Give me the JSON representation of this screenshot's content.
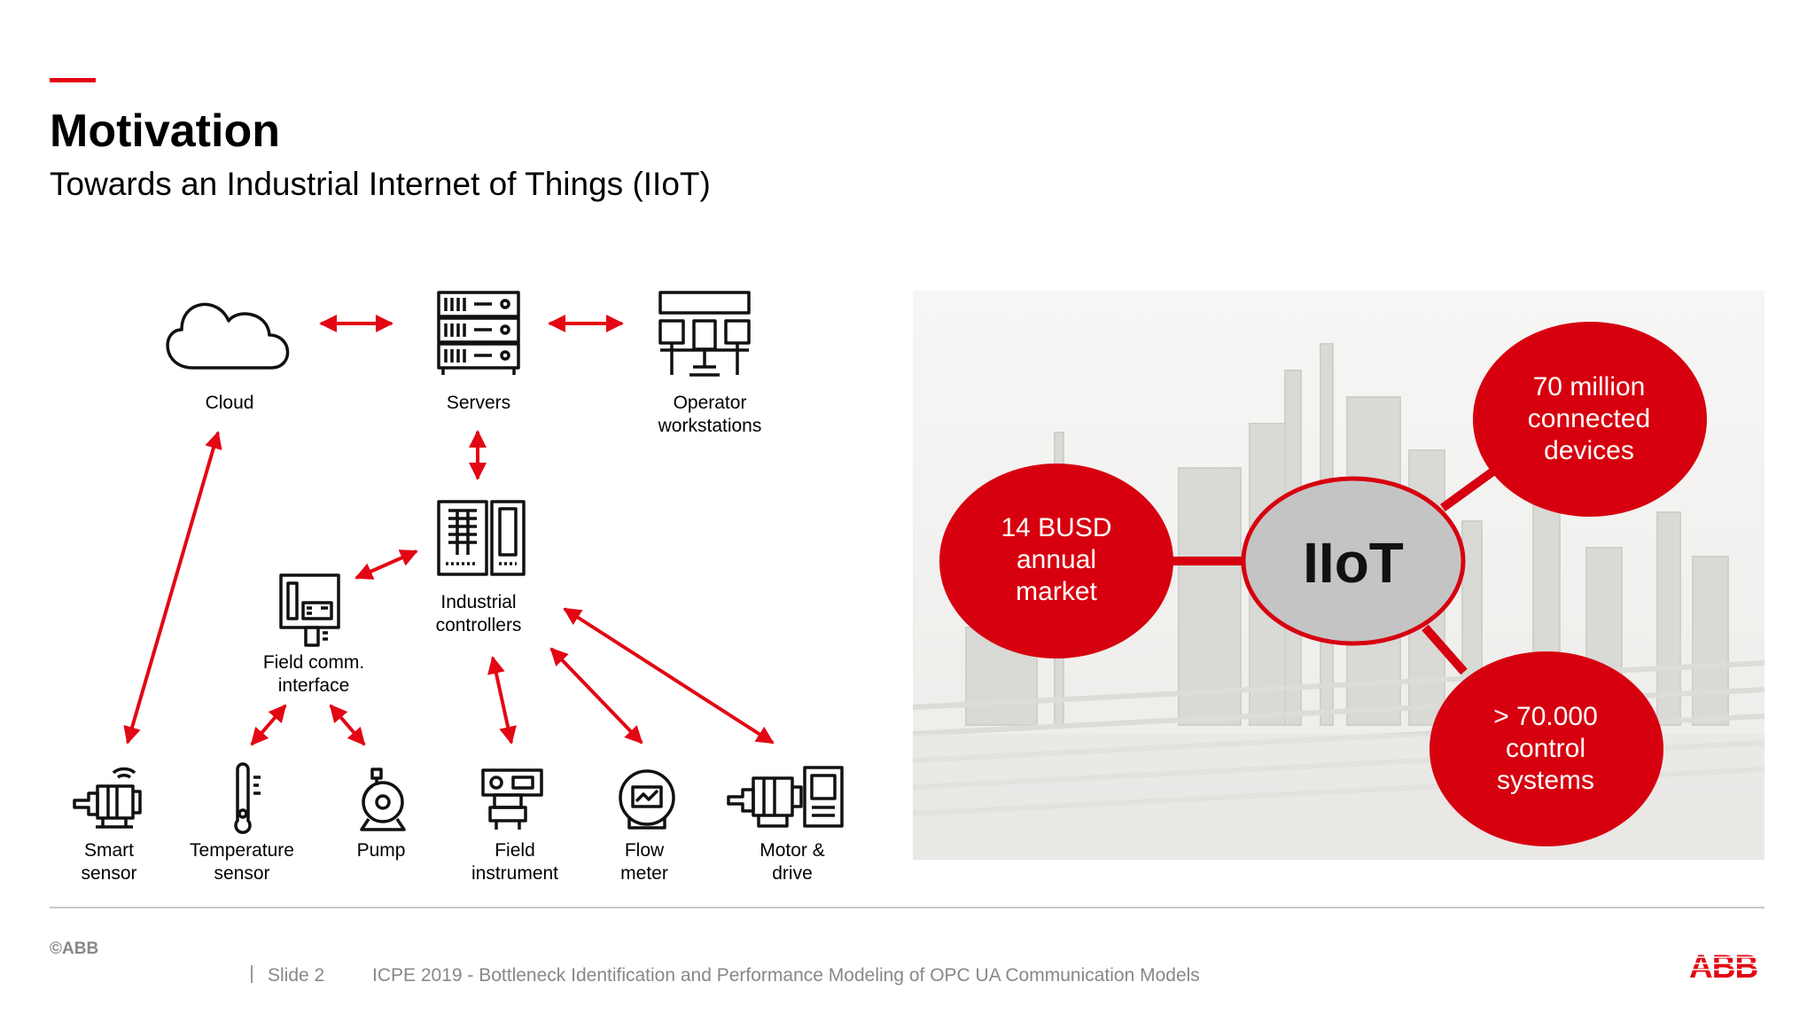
{
  "header": {
    "title": "Motivation",
    "subtitle": "Towards an Industrial Internet of Things (IIoT)"
  },
  "diagram": {
    "nodes": {
      "cloud": {
        "label": "Cloud",
        "icon": "cloud-icon"
      },
      "servers": {
        "label": "Servers",
        "icon": "server-rack-icon"
      },
      "operator": {
        "line1": "Operator",
        "line2": "workstations",
        "icon": "operator-workstation-icon"
      },
      "controllers": {
        "line1": "Industrial",
        "line2": "controllers",
        "icon": "industrial-controller-icon"
      },
      "fieldcomm": {
        "line1": "Field comm.",
        "line2": "interface",
        "icon": "field-comm-interface-icon"
      },
      "smart": {
        "line1": "Smart",
        "line2": "sensor",
        "icon": "smart-sensor-icon"
      },
      "temp": {
        "line1": "Temperature",
        "line2": "sensor",
        "icon": "thermometer-icon"
      },
      "pump": {
        "label": "Pump",
        "icon": "pump-icon"
      },
      "field": {
        "line1": "Field",
        "line2": "instrument",
        "icon": "field-instrument-icon"
      },
      "flow": {
        "line1": "Flow",
        "line2": "meter",
        "icon": "flow-meter-icon"
      },
      "motor": {
        "line1": "Motor &",
        "line2": "drive",
        "icon": "motor-drive-icon"
      }
    }
  },
  "iiot": {
    "center": "IIoT",
    "market": {
      "line1": "14 BUSD",
      "line2": "annual",
      "line3": "market"
    },
    "devices": {
      "line1": "70 million",
      "line2": "connected",
      "line3": "devices"
    },
    "systems": {
      "line1": "> 70.000",
      "line2": "control",
      "line3": "systems"
    }
  },
  "footer": {
    "copyright": "©ABB",
    "slide": "Slide 2",
    "text": "ICPE 2019 - Bottleneck Identification and Performance Modeling of OPC UA Communication Models",
    "logo": "ABB"
  },
  "colors": {
    "accent": "#e30613",
    "bubble": "#d7000f",
    "center": "#c4c4c4",
    "footer_text": "#888888"
  }
}
